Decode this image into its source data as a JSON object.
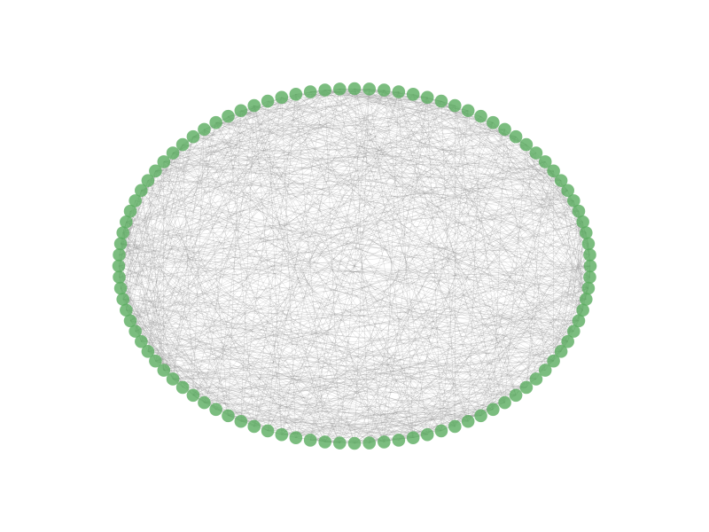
{
  "graph": {
    "layout": "circular",
    "node_count": 100,
    "edge_density": 0.18,
    "random_seed": 20240,
    "node_color": "#5aad5f",
    "node_opacity": 0.8,
    "edge_color": "#808080",
    "edge_opacity": 0.35,
    "background": "#ffffff"
  }
}
